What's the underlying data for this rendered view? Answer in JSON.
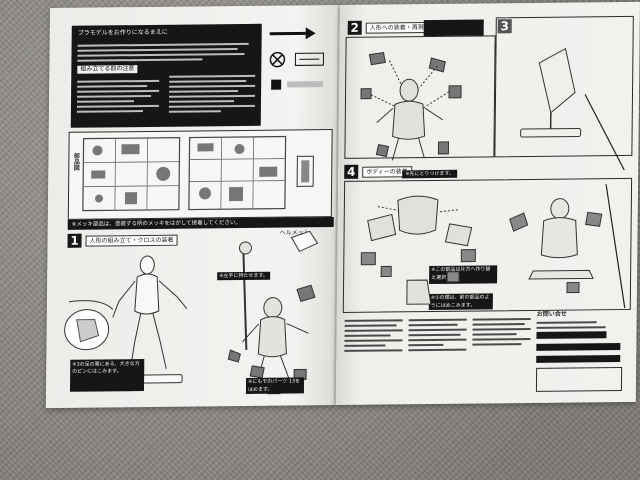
{
  "photo": {
    "subject": "open instruction leaflet for an action figure model kit lying on carpet",
    "left_page": {
      "header_note": "プラモデルをお作りになるまえに",
      "assembly_note_title": "組み立てる前の注意",
      "parts_label": "部品図",
      "banner": "※メッキ部品は、塗装する所のメッキをはがして接着してください。",
      "step": {
        "number": "1",
        "title": "人形の組み立て・クロスの装着",
        "helmet_label": "ヘルメット",
        "callout_pin": "※3の足の裏にある、大きな方のピンにはこみます。",
        "callout_rod": "※左手に持たせます。",
        "callout_parts": "※にもモのパーツ 13をはめます。"
      }
    },
    "right_page": {
      "step2": {
        "number": "2",
        "title": "人形への装着・再現"
      },
      "step3": {
        "number": "3"
      },
      "step4": {
        "number": "4",
        "title": "ボディーの装着",
        "callout_a": "※先にとりつけます。",
        "callout_b": "※この部品は片方へ作り替え選択です。",
        "callout_c": "※①の頭は、前の部品のようにはめこみます。"
      },
      "side_box_title": "お問い合せ"
    }
  }
}
